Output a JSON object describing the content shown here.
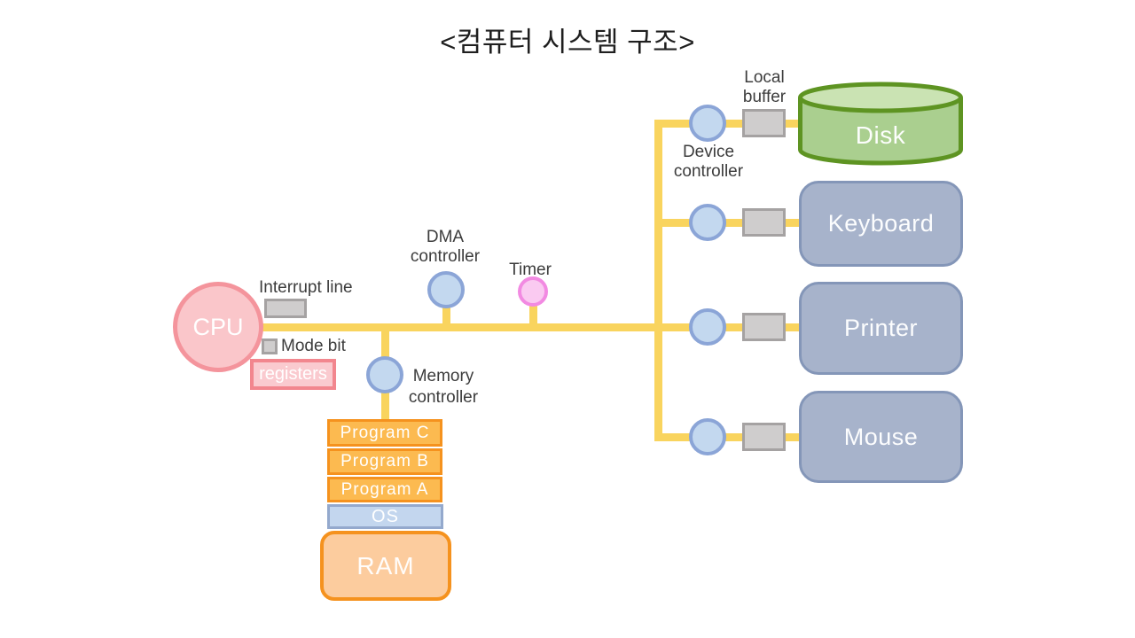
{
  "title": "<컴퓨터 시스템 구조>",
  "cpu": {
    "label": "CPU"
  },
  "annotations": {
    "interrupt_line": "Interrupt line",
    "mode_bit": "Mode bit",
    "registers": "registers",
    "dma_line1": "DMA",
    "dma_line2": "controller",
    "timer": "Timer",
    "memory_line1": "Memory",
    "memory_line2": "controller",
    "local_buffer_line1": "Local",
    "local_buffer_line2": "buffer",
    "device_controller_line1": "Device",
    "device_controller_line2": "controller"
  },
  "memory_stack": {
    "programs": [
      "Program C",
      "Program B",
      "Program A"
    ],
    "os": "OS",
    "ram": "RAM"
  },
  "devices": [
    {
      "name": "Disk",
      "shape": "cylinder"
    },
    {
      "name": "Keyboard",
      "shape": "rounded-rect"
    },
    {
      "name": "Printer",
      "shape": "rounded-rect"
    },
    {
      "name": "Mouse",
      "shape": "rounded-rect"
    }
  ],
  "colors": {
    "bus": "#F9D45E",
    "cpu-fill": "#FAC6CA",
    "cpu-border": "#F4949C",
    "reg-fill": "#FACACF",
    "reg-border": "#F2868E",
    "ctrl-fill": "#C3D8EF",
    "ctrl-border": "#8BA5D7",
    "timer-fill": "#FACAF1",
    "timer-border": "#F28AE2",
    "gray-fill": "#CFCDCD",
    "gray-border": "#A5A2A2",
    "prog-fill": "#FCBA50",
    "prog-border": "#F5921E",
    "ram-fill": "#FCCC9E",
    "os-fill": "#C3D6EE",
    "os-border": "#94A9CD",
    "dev-fill": "#A7B3CB",
    "dev-border": "#8496B8",
    "disk-fill": "#AACF8F",
    "disk-top-fill": "#CAE3B3",
    "disk-border": "#5E9422"
  }
}
